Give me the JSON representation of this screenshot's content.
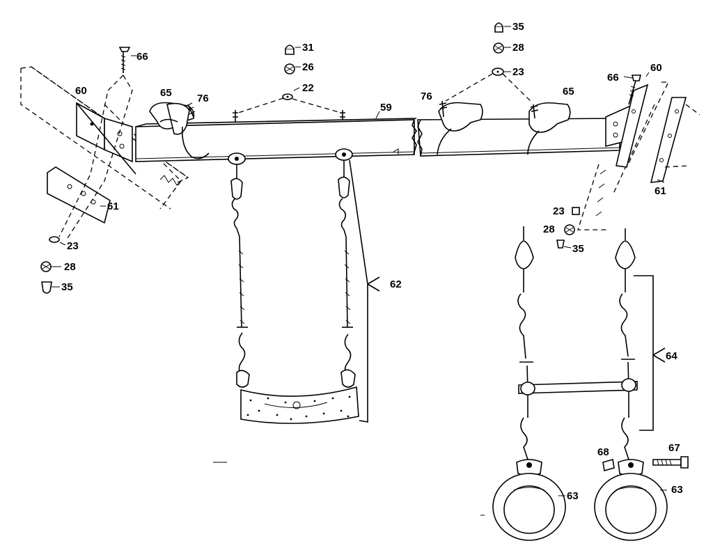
{
  "diagram": {
    "part_labels": {
      "p66_left": "66",
      "p60_left": "60",
      "p65_left": "65",
      "p76_left": "76",
      "p31": "31",
      "p26": "26",
      "p22": "22",
      "p59": "59",
      "p61_left": "61",
      "p23_left": "23",
      "p28_left": "28",
      "p35_left": "35",
      "p62": "62",
      "p35_top": "35",
      "p28_top": "28",
      "p23_top": "23",
      "p76_right": "76",
      "p65_right": "65",
      "p66_right": "66",
      "p60_right": "60",
      "p61_right": "61",
      "p23_right": "23",
      "p28_right": "28",
      "p35_right": "35",
      "p64": "64",
      "p68": "68",
      "p67": "67",
      "p63_left": "63",
      "p63_right": "63"
    }
  }
}
